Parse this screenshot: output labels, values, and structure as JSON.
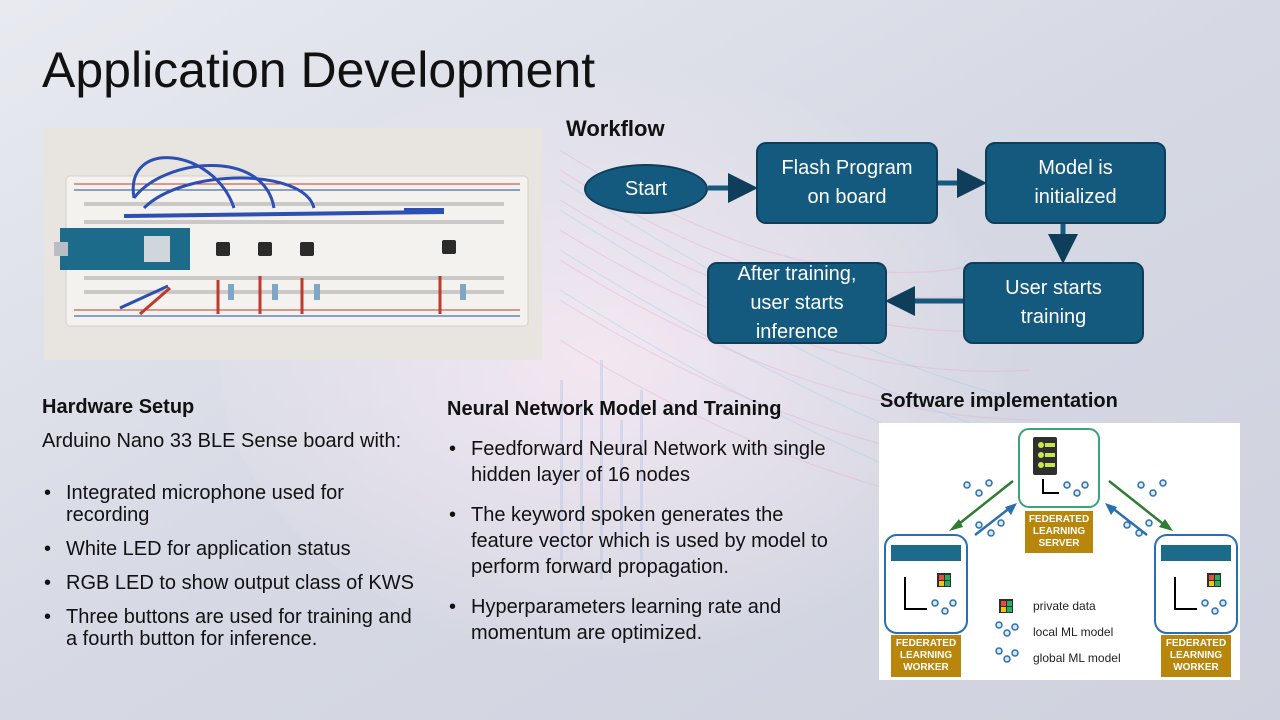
{
  "slide": {
    "title": "Application Development",
    "workflow": {
      "heading": "Workflow",
      "start": "Start",
      "flash": "Flash Program\non board",
      "model_init": "Model is\ninitialized",
      "user_training": "User starts\ntraining",
      "after_training": "After training,\nuser starts\ninference"
    },
    "hardware": {
      "heading": "Hardware Setup",
      "intro": "Arduino Nano 33 BLE Sense board with:",
      "items": [
        "Integrated microphone used for recording",
        "White LED for application status",
        "RGB LED to show output class of KWS",
        "Three buttons are used for training and a fourth button for inference."
      ]
    },
    "nn": {
      "heading": "Neural Network Model and Training",
      "items": [
        "Feedforward Neural Network with single hidden layer of 16 nodes",
        "The keyword spoken generates the feature vector which is used by model to perform forward propagation.",
        "Hyperparameters learning rate and momentum are optimized."
      ]
    },
    "software": {
      "heading": "Software implementation",
      "server_label": "FEDERATED LEARNING SERVER",
      "worker_label_left": "FEDERATED LEARNING WORKER",
      "worker_label_right": "FEDERATED LEARNING WORKER",
      "legend": [
        "private data",
        "local ML model",
        "global ML model"
      ]
    },
    "colors": {
      "flow_box": "#145a7f",
      "flow_border": "#0e3e5a",
      "worker_label": "#b8860b",
      "arrow_green": "#2e7d32",
      "arrow_blue": "#2a6fb0"
    }
  }
}
